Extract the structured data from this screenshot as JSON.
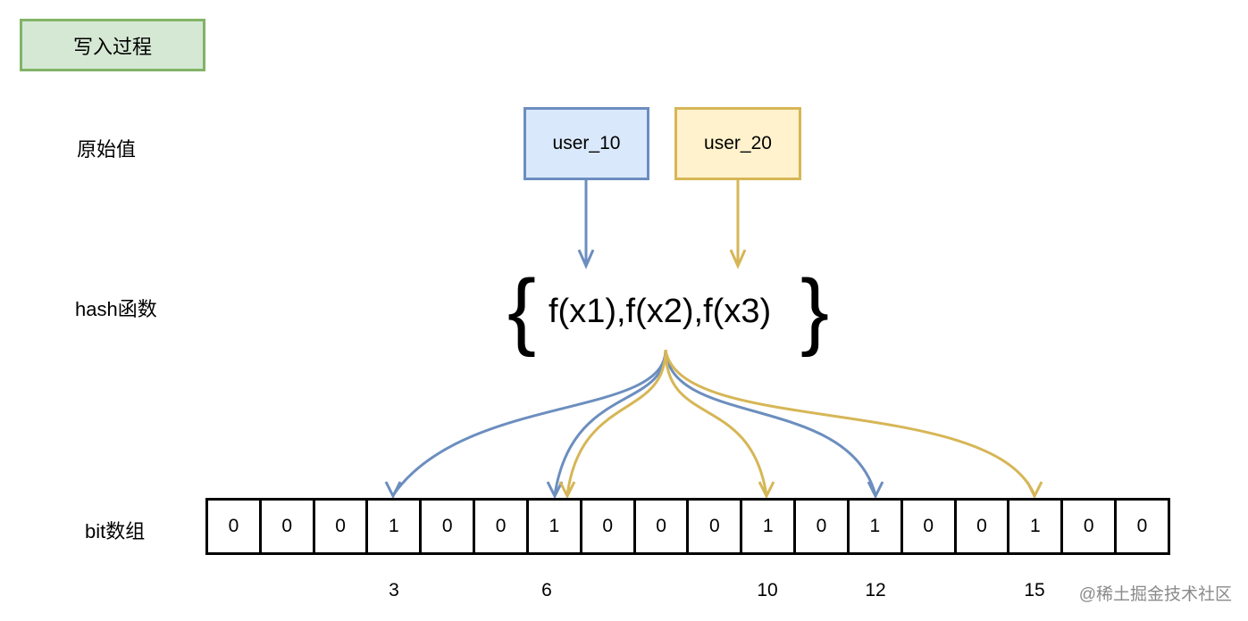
{
  "title": "写入过程",
  "labels": {
    "original": "原始值",
    "hash": "hash函数",
    "bits": "bit数组"
  },
  "sources": [
    {
      "text": "user_10",
      "color": "#6c8ebf"
    },
    {
      "text": "user_20",
      "color": "#d6b656"
    }
  ],
  "formula": "f(x1),f(x2),f(x3)",
  "bit_array": [
    "0",
    "0",
    "0",
    "1",
    "0",
    "0",
    "1",
    "0",
    "0",
    "0",
    "1",
    "0",
    "1",
    "0",
    "0",
    "1",
    "0",
    "0"
  ],
  "indices": [
    "3",
    "6",
    "10",
    "12",
    "15"
  ],
  "mappings": {
    "user_10": [
      3,
      6,
      12
    ],
    "user_20": [
      6,
      10,
      15
    ]
  },
  "colors": {
    "blue": "#6c8ebf",
    "yellow": "#d6b656",
    "green_fill": "#d5e8d4",
    "green_border": "#82b366"
  },
  "watermark": "@稀土掘金技术社区"
}
